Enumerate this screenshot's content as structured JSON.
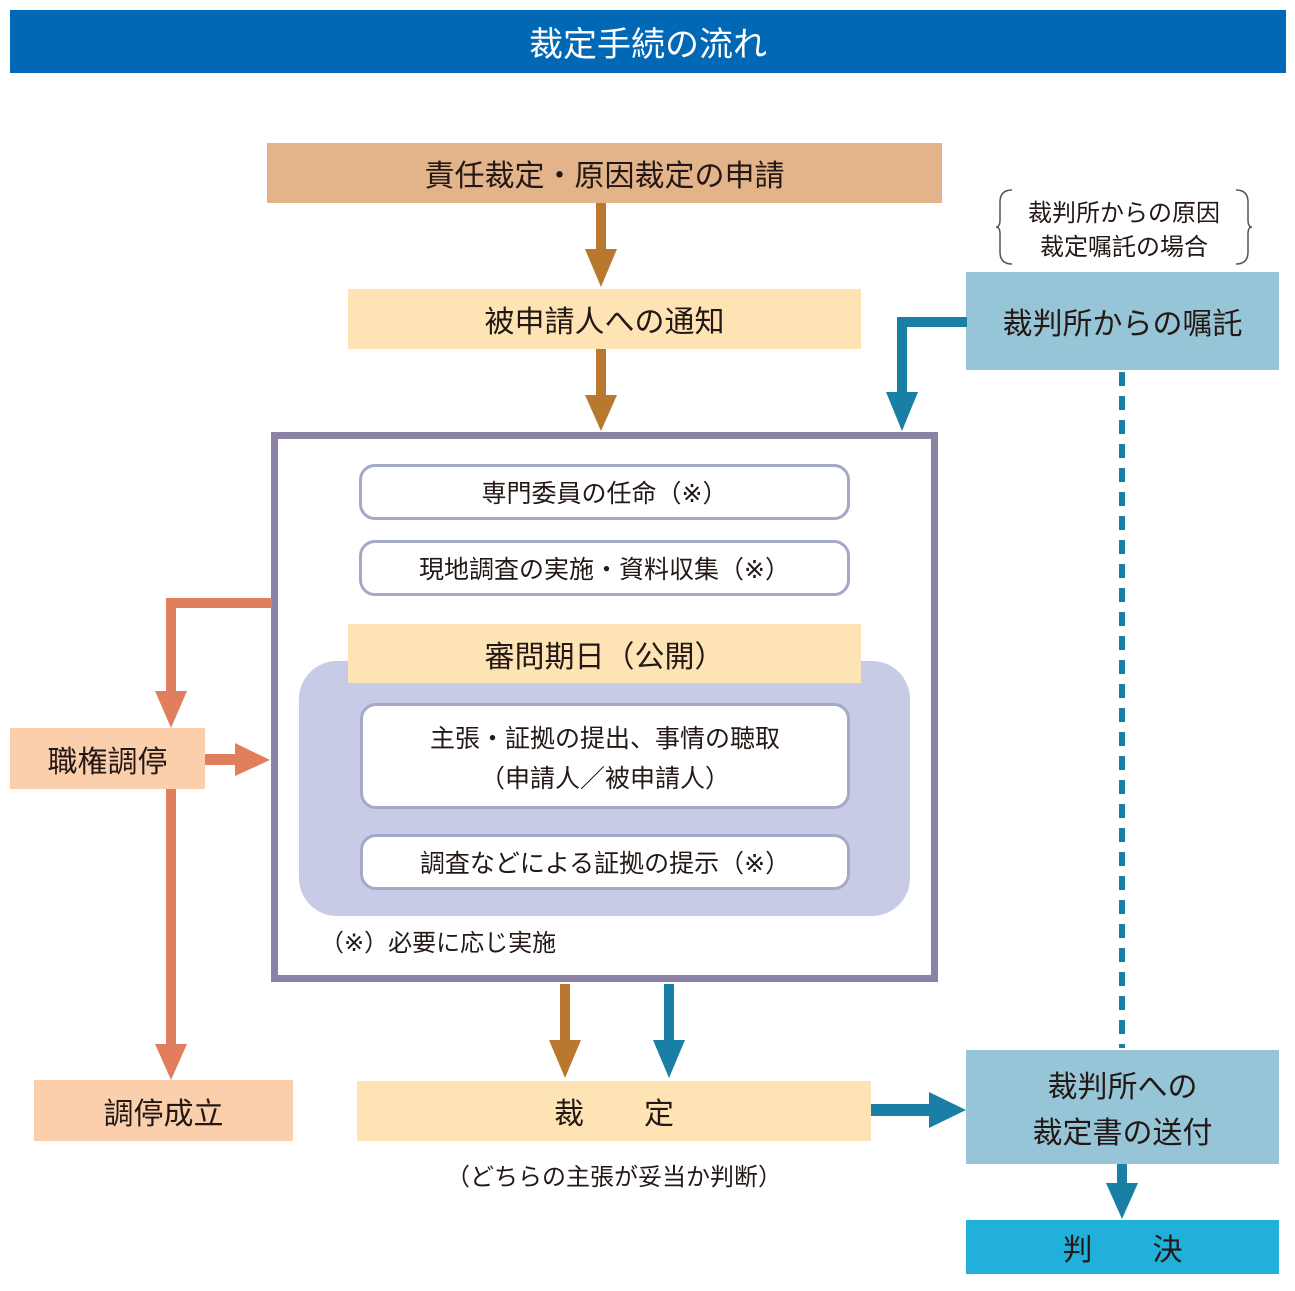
{
  "title": "裁定手続の流れ",
  "application": "責任裁定・原因裁定の申請",
  "notify": "被申請人への通知",
  "court_case_note": {
    "line1": "裁判所からの原因",
    "line2": "裁定嘱託の場合"
  },
  "court_request": "裁判所からの嘱託",
  "process": {
    "appoint": "専門委員の任命（※）",
    "survey": "現地調査の実施・資料収集（※）",
    "hearing_title": "審問期日（公開）",
    "hearing_detail": {
      "line1": "主張・証拠の提出、事情の聴取",
      "line2": "（申請人／被申請人）"
    },
    "evidence": "調査などによる証拠の提示（※）",
    "footnote": "（※）必要に応じ実施"
  },
  "mediation": "職権調停",
  "mediation_success": "調停成立",
  "decision": {
    "label": "裁　　定",
    "note": "（どちらの主張が妥当か判断）"
  },
  "send_court": {
    "line1": "裁判所への",
    "line2": "裁定書の送付"
  },
  "judgment": "判　　決",
  "colors": {
    "title": "#0068b4",
    "applicant_arrow": "#b8782e",
    "court_arrow": "#1a7fa5",
    "mediation_arrow": "#e07f5e",
    "frame": "#8c82a3"
  }
}
